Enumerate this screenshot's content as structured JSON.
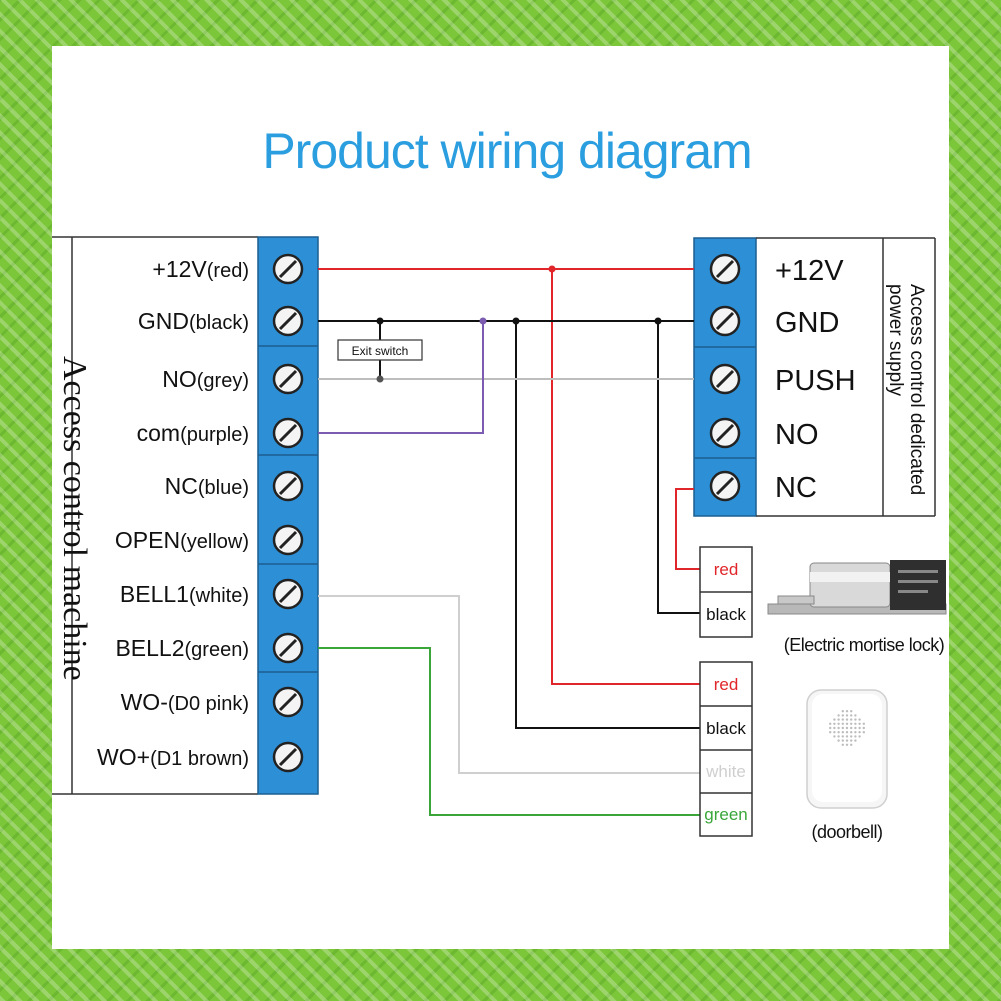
{
  "title": "Product wiring diagram",
  "left_panel": {
    "side_label": "Access control machine",
    "terminals": [
      {
        "label": "+12V",
        "sub": "(red)"
      },
      {
        "label": "GND",
        "sub": "(black)"
      },
      {
        "label": "NO",
        "sub": "(grey)"
      },
      {
        "label": "com",
        "sub": "(purple)"
      },
      {
        "label": "NC",
        "sub": "(blue)"
      },
      {
        "label": "OPEN",
        "sub": "(yellow)"
      },
      {
        "label": "BELL1",
        "sub": "(white)"
      },
      {
        "label": "BELL2",
        "sub": "(green)"
      },
      {
        "label": "WO-",
        "sub": "(D0 pink)"
      },
      {
        "label": "WO+",
        "sub": "(D1 brown)"
      }
    ]
  },
  "right_panel": {
    "side_label_1": "Access control dedicated",
    "side_label_2": "power supply",
    "terminals": [
      "+12V",
      "GND",
      "PUSH",
      "NO",
      "NC"
    ]
  },
  "exit_switch": "Exit switch",
  "lock": {
    "wires": [
      "red",
      "black"
    ],
    "caption": "(Electric mortise lock)"
  },
  "doorbell": {
    "wires": [
      "red",
      "black",
      "white",
      "green"
    ],
    "caption": "(doorbell)"
  },
  "colors": {
    "terminal_block": "#2d8fd5",
    "title": "#2b9ee0",
    "wire_red": "#e0262a",
    "wire_black": "#111111",
    "wire_grey": "#bdbdbd",
    "wire_purple": "#7b5cb0",
    "wire_white": "#cfcfcf",
    "wire_green": "#3aa63a",
    "border_green": "#7cc63a"
  }
}
